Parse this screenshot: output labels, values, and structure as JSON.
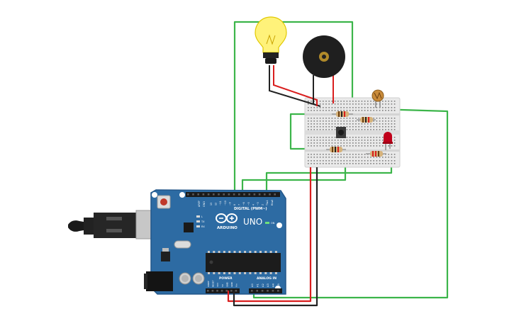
{
  "board": {
    "brand": "ARDUINO",
    "model": "UNO",
    "digital_label": "DIGITAL (PWM~)",
    "power_label": "POWER",
    "analog_label": "ANALOG IN",
    "on_label": "ON",
    "tx_label": "TX",
    "rx_label": "RX",
    "l_label": "L",
    "aref_label": "AREF",
    "gnd_label": "GND",
    "digital_pins": [
      "13",
      "12",
      "~11",
      "~10",
      "~9",
      "8",
      "7",
      "~6",
      "~5",
      "4",
      "~3",
      "2",
      "TX▸1",
      "RX◂0"
    ],
    "power_pins": [
      "IOREF",
      "RESET",
      "3V3",
      "5V",
      "GND",
      "GND",
      "Vin"
    ],
    "analog_pins": [
      "A0",
      "A1",
      "A2",
      "A3",
      "A4",
      "A5"
    ]
  },
  "colors": {
    "board": "#2d6ba3",
    "board_edge": "#23578a",
    "wire_green": "#3cb54a",
    "wire_red": "#d91e1e",
    "wire_black": "#222222",
    "breadboard": "#e9e9e9",
    "bulb_glass": "#fff27a",
    "buzzer": "#1f1f1f",
    "led": "#c0001a"
  },
  "components": {
    "bulb": "light-bulb-icon",
    "buzzer": "piezo-buzzer-icon",
    "photoresistor": "photoresistor-icon",
    "led": "red-led-icon",
    "pushbutton": "pushbutton-icon",
    "usb": "usb-cable-icon",
    "power_jack": "dc-power-jack-icon"
  }
}
